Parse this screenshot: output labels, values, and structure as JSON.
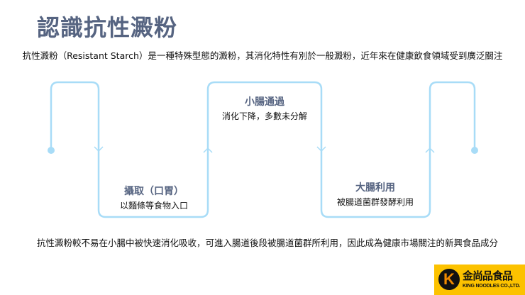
{
  "title": "認識抗性澱粉",
  "intro": "抗性澱粉（Resistant Starch）是一種特殊型態的澱粉，其消化特性有別於一般澱粉，近年來在健康飲食領域受到廣泛關注",
  "steps": [
    {
      "heading": "攝取（口胃）",
      "desc": "以麵條等食物入口"
    },
    {
      "heading": "小腸通過",
      "desc": "消化下降，多數未分解"
    },
    {
      "heading": "大腸利用",
      "desc": "被腸道菌群發酵利用"
    }
  ],
  "outro": "抗性澱粉較不易在小腸中被快速消化吸收，可進入腸道後段被腸道菌群所利用，因此成為健康市場關注的新興食品成分",
  "logo": {
    "mark": "K",
    "name_cn": "金尚品食品",
    "name_en": "KING NOODLES CO.,LTD."
  },
  "colors": {
    "title": "#566481",
    "line": "#a8dcf7",
    "logo_bg": "#fcc200"
  }
}
